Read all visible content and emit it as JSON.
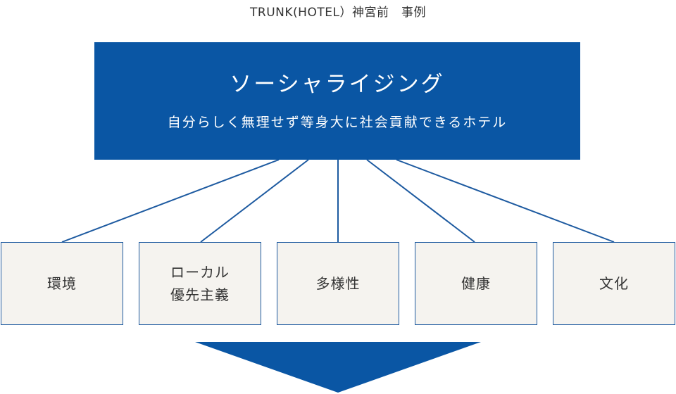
{
  "caption": "TRUNK(HOTEL）神宮前　事例",
  "concept": {
    "title": "ソーシャライジング",
    "subtitle": "自分らしく無理せず等身大に社会貢献できるホテル"
  },
  "pillars": [
    {
      "label": "環境"
    },
    {
      "label": "ローカル\n優先主義"
    },
    {
      "label": "多様性"
    },
    {
      "label": "健康"
    },
    {
      "label": "文化"
    }
  ],
  "colors": {
    "primary": "#0a56a4",
    "box_border": "#1d5aa0",
    "box_fill": "#f5f3ef",
    "text": "#333333"
  }
}
